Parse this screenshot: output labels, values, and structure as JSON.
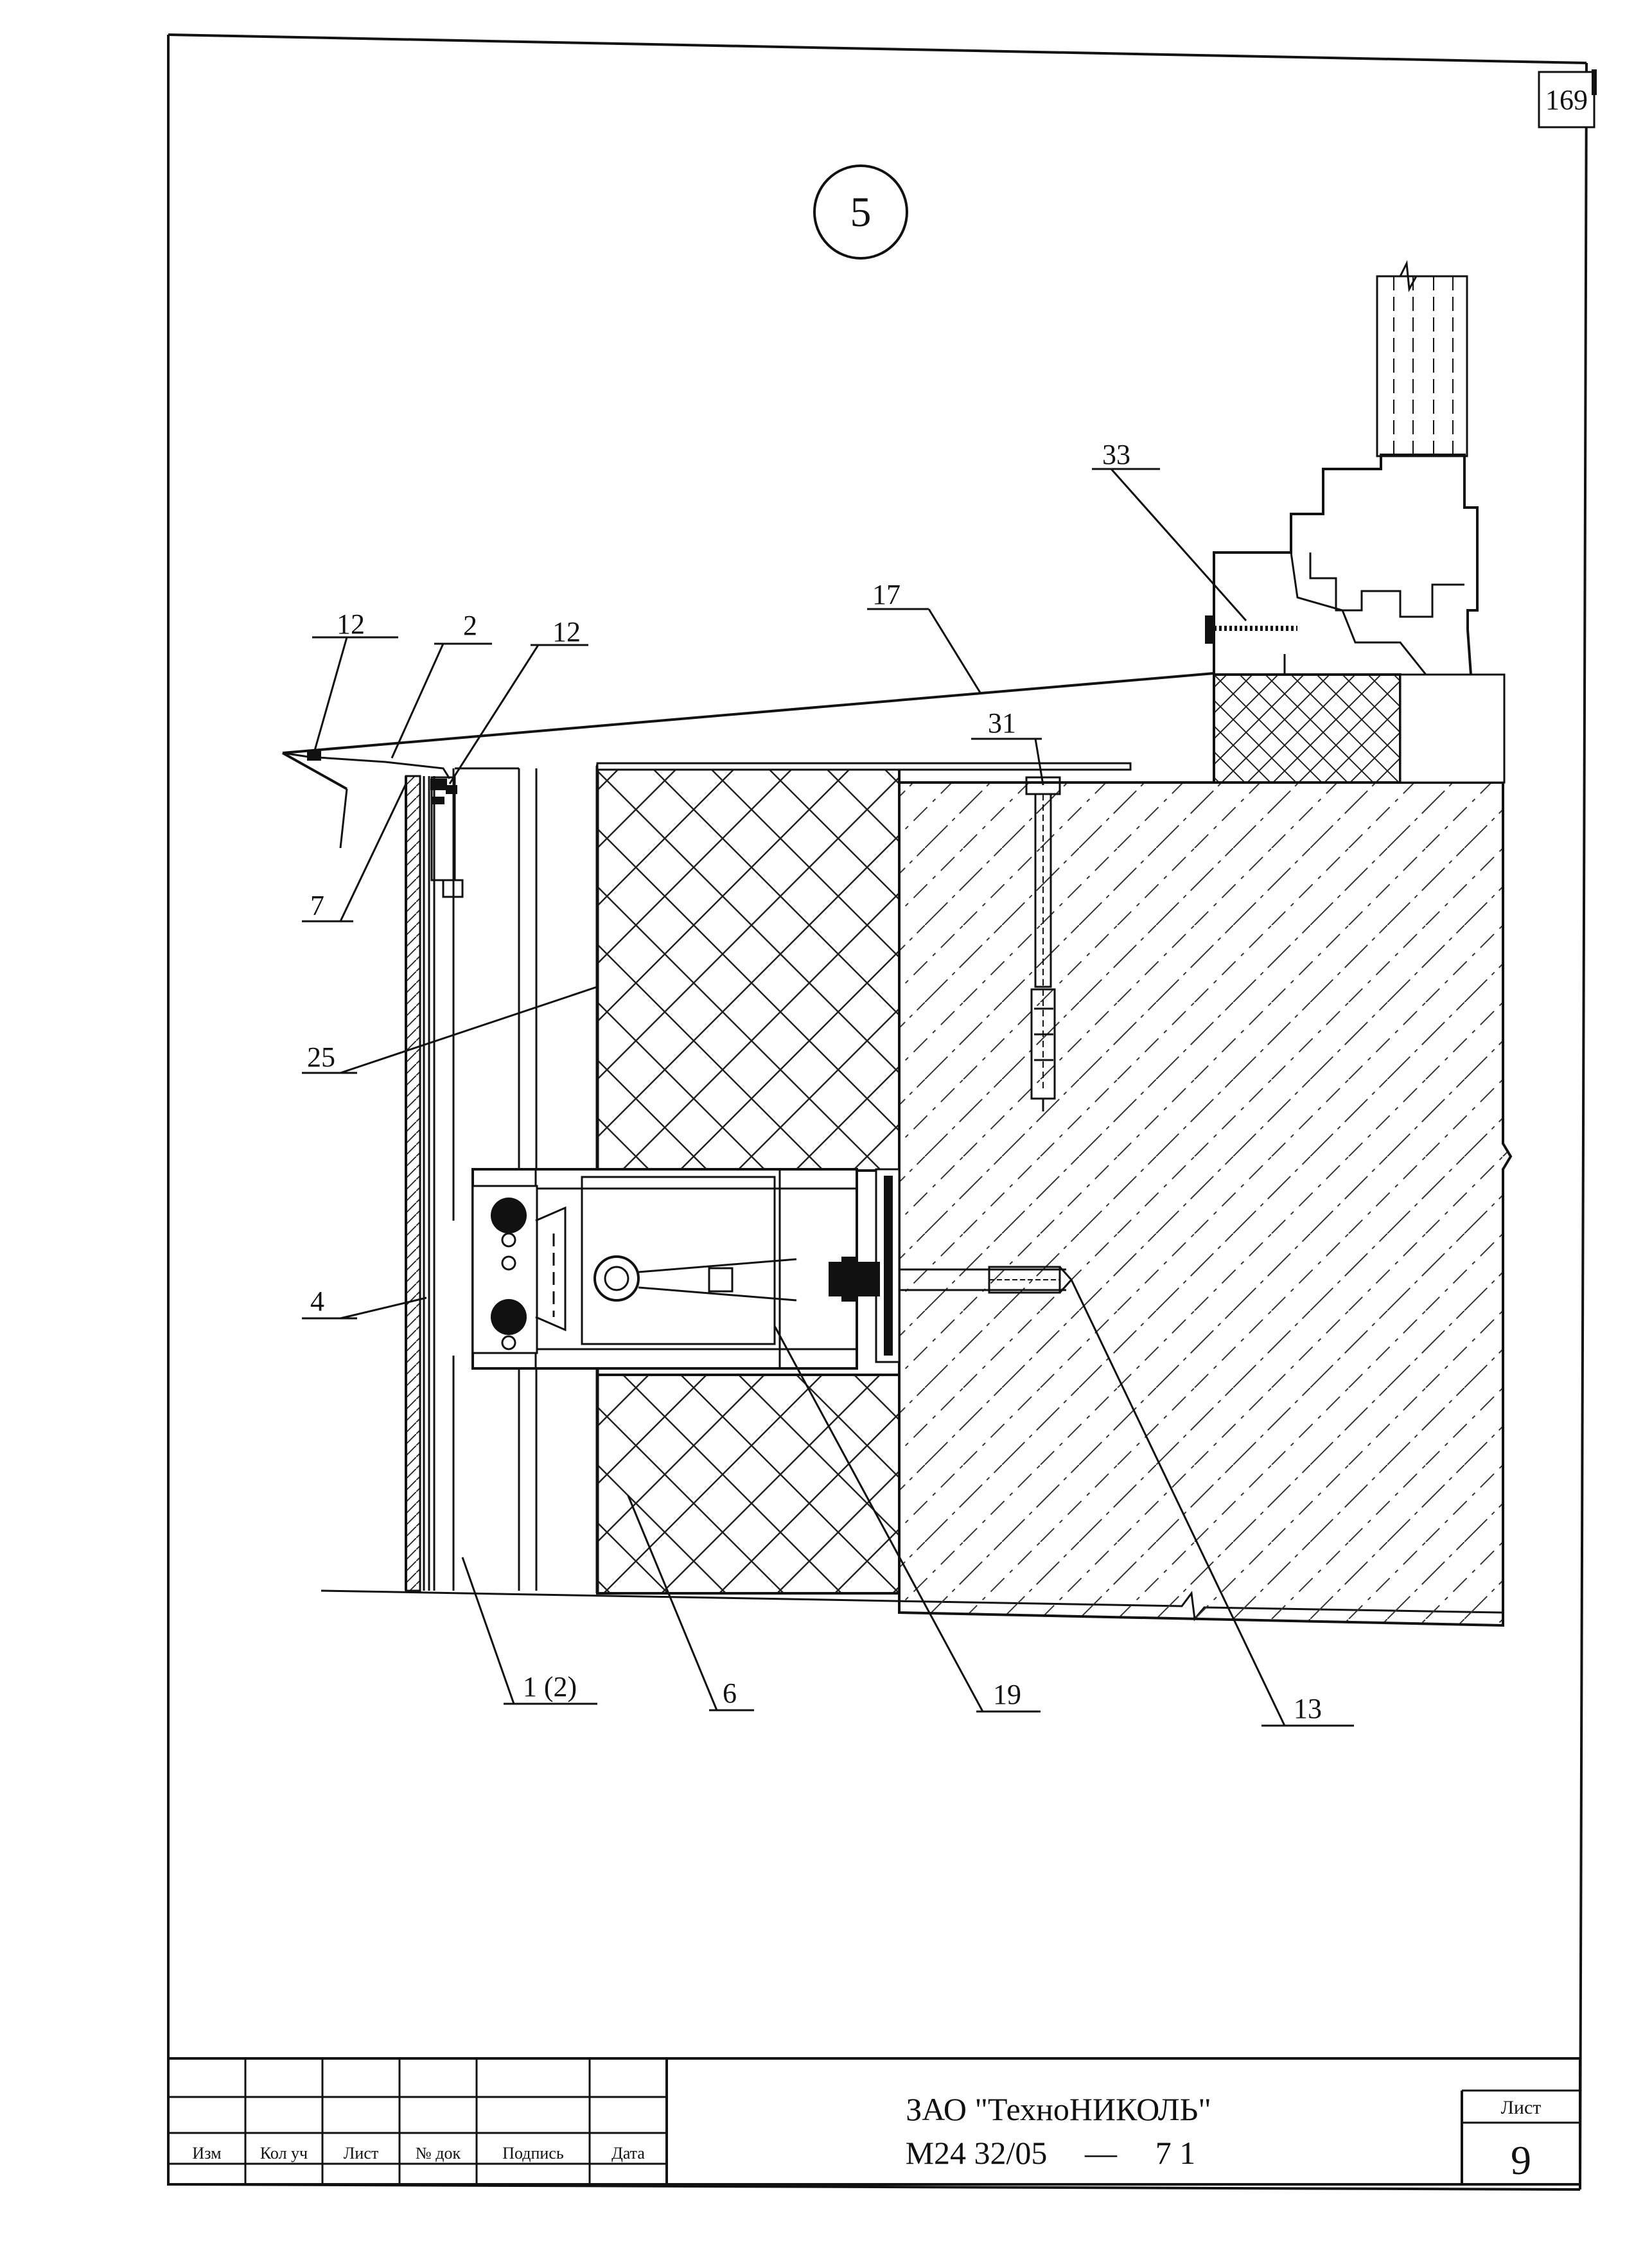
{
  "sheet_corner_number": "169",
  "detail_marker": "5",
  "callouts": {
    "c12a": "12",
    "c2": "2",
    "c12b": "12",
    "c17": "17",
    "c33": "33",
    "c31": "31",
    "c7": "7",
    "c25": "25",
    "c4": "4",
    "c1_2": "1 (2)",
    "c6": "6",
    "c19": "19",
    "c13": "13"
  },
  "title_block": {
    "columns": [
      "Изм",
      "Кол уч",
      "Лист",
      "№ док",
      "Подпись",
      "Дата"
    ],
    "company": "ЗАО \"ТехноНИКОЛЬ\"",
    "document_code": "М24 32/05",
    "dash": "—",
    "document_suffix": "7 1",
    "sheet_label": "Лист",
    "sheet_number": "9"
  }
}
